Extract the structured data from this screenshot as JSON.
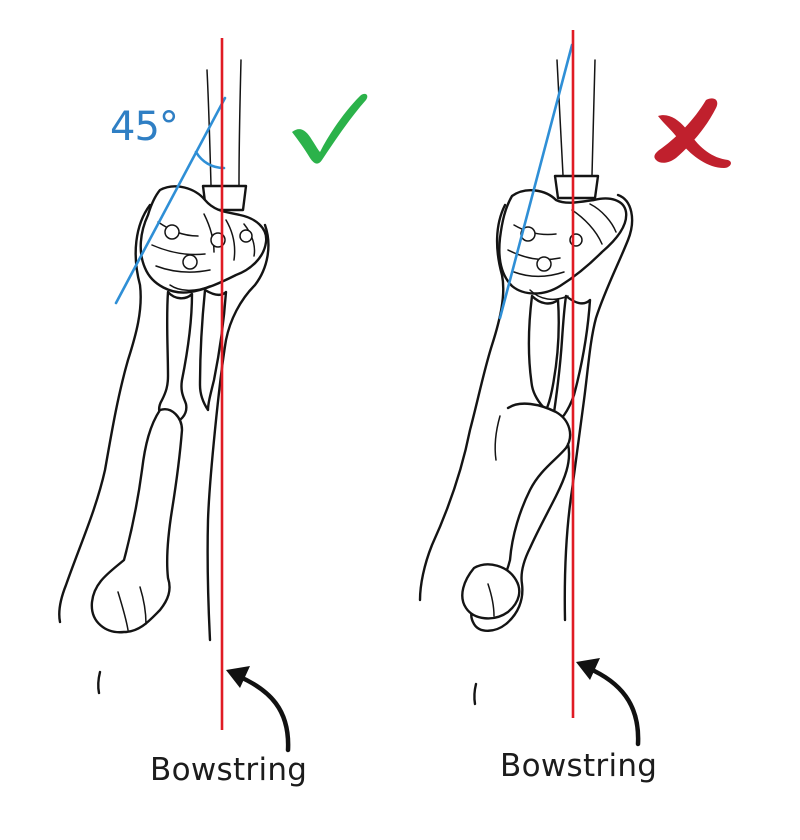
{
  "colors": {
    "bowstring_line": "#e01b24",
    "angle_line": "#2f8fd6",
    "angle_text": "#2f7fc4",
    "check_mark": "#2bb24a",
    "cross_mark": "#c0202d",
    "ink": "#141414"
  },
  "left_panel": {
    "angle_label": "45°",
    "verdict_icon": "check-mark-icon",
    "bowstring_label": "Bowstring"
  },
  "right_panel": {
    "verdict_icon": "cross-mark-icon",
    "bowstring_label": "Bowstring"
  }
}
